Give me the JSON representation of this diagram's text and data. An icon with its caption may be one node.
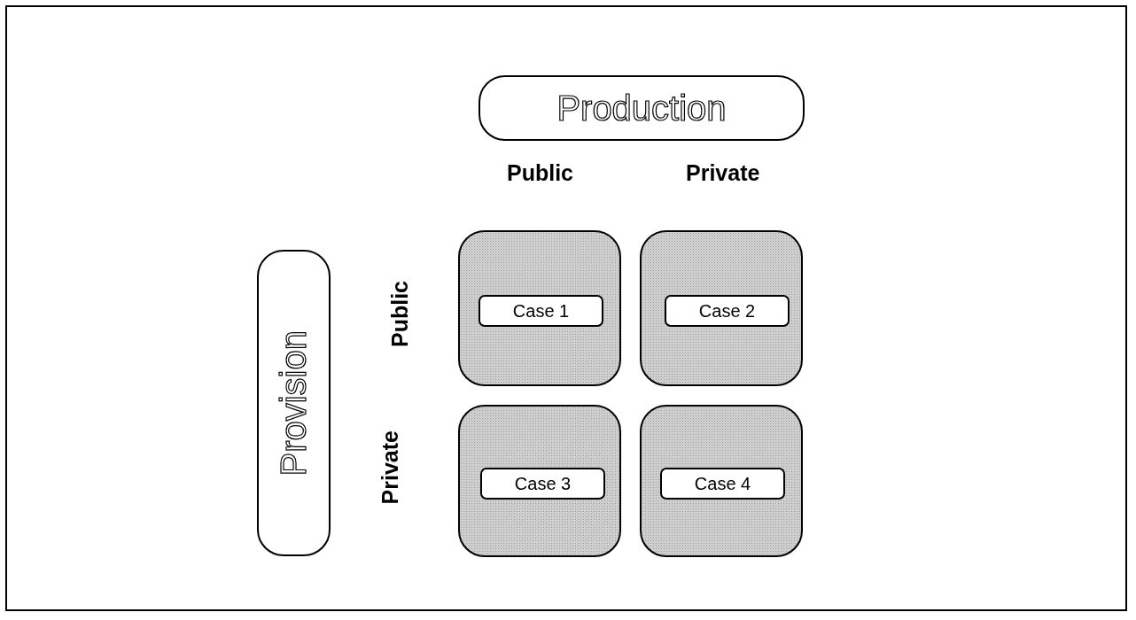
{
  "diagram": {
    "nodes": [
      {
        "text": [
          "Production"
        ]
      },
      {
        "text": [
          "Provision"
        ]
      },
      {
        "text": [],
        "shape": "box"
      },
      {
        "text": [
          "Case 1"
        ],
        "in": 2
      },
      {
        "text": [],
        "shape": "box"
      },
      {
        "text": [
          "Case 2"
        ],
        "in": 4
      },
      {
        "text": [],
        "shape": "box"
      },
      {
        "text": [
          "Case 3"
        ],
        "in": 6
      },
      {
        "text": [],
        "shape": "box"
      },
      {
        "text": [
          "Case 4"
        ],
        "in": 8
      }
    ],
    "edges": [],
    "labels": [
      "Public",
      "Private",
      "Public",
      "Private"
    ]
  }
}
